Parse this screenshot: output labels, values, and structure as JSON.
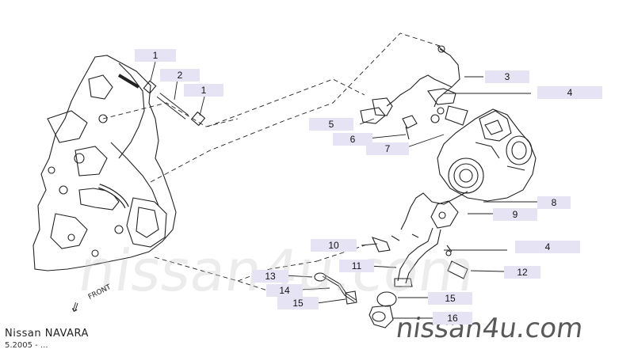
{
  "callouts": {
    "c1a": "1",
    "c2": "2",
    "c1b": "1",
    "c3": "3",
    "c4a": "4",
    "c5": "5",
    "c6": "6",
    "c7": "7",
    "c8": "8",
    "c9": "9",
    "c10": "10",
    "c4b": "4",
    "c11": "11",
    "c12": "12",
    "c13": "13",
    "c14": "14",
    "c15a": "15",
    "c15b": "15",
    "c16": "16"
  },
  "footer": {
    "model": "Nissan NAVARA",
    "date": "5.2005 - ..."
  },
  "front_label": "FRONT",
  "watermark": {
    "center": "nissan4u.com",
    "corner": "nissan4u.com"
  },
  "colors": {
    "callout_bg": "#e6e4f4",
    "line": "#222222"
  }
}
